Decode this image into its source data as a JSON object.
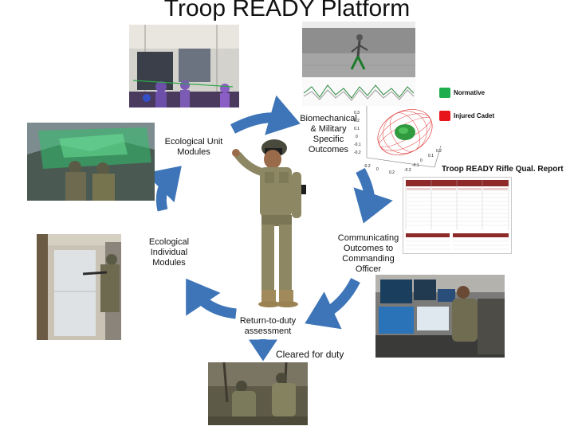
{
  "title": "Troop READY Platform",
  "labels": {
    "ecological_unit": "Ecological Unit\nModules",
    "biomech": "Biomechanical\n& Military\nSpecific\nOutcomes",
    "communicating": "Communicating\nOutcomes to\nCommanding\nOfficer",
    "return_to_duty": "Return-to-duty\nassessment",
    "ecological_individual": "Ecological\nIndividual\nModules",
    "cleared": "Cleared for duty"
  },
  "legend": {
    "normative": "Normative",
    "injured": "Injured Cadet",
    "normative_color": "#1fae4e",
    "injured_color": "#e8141c"
  },
  "report": {
    "title": "Troop READY Rifle Qual. Report"
  },
  "plot_ticks": {
    "y": [
      "0.3",
      "0.2",
      "0.1",
      "0",
      "-0.1",
      "-0.2"
    ],
    "x1": [
      "-0.2",
      "0",
      "0.2"
    ],
    "x2": [
      "-0.2",
      "-0.1",
      "0",
      "0.1",
      "0.2"
    ]
  },
  "colors": {
    "arrow": "#3e75b8",
    "report_header": "#8e2a2a"
  }
}
